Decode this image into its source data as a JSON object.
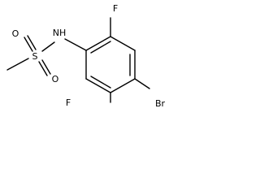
{
  "molecule": {
    "atoms": {
      "fluorine_top": "F",
      "fluorine_bottom": "F",
      "nitrogen_hydrogen": "NH",
      "sulfur": "S",
      "oxygen_top": "O",
      "oxygen_bottom": "O",
      "bromine": "Br"
    }
  }
}
